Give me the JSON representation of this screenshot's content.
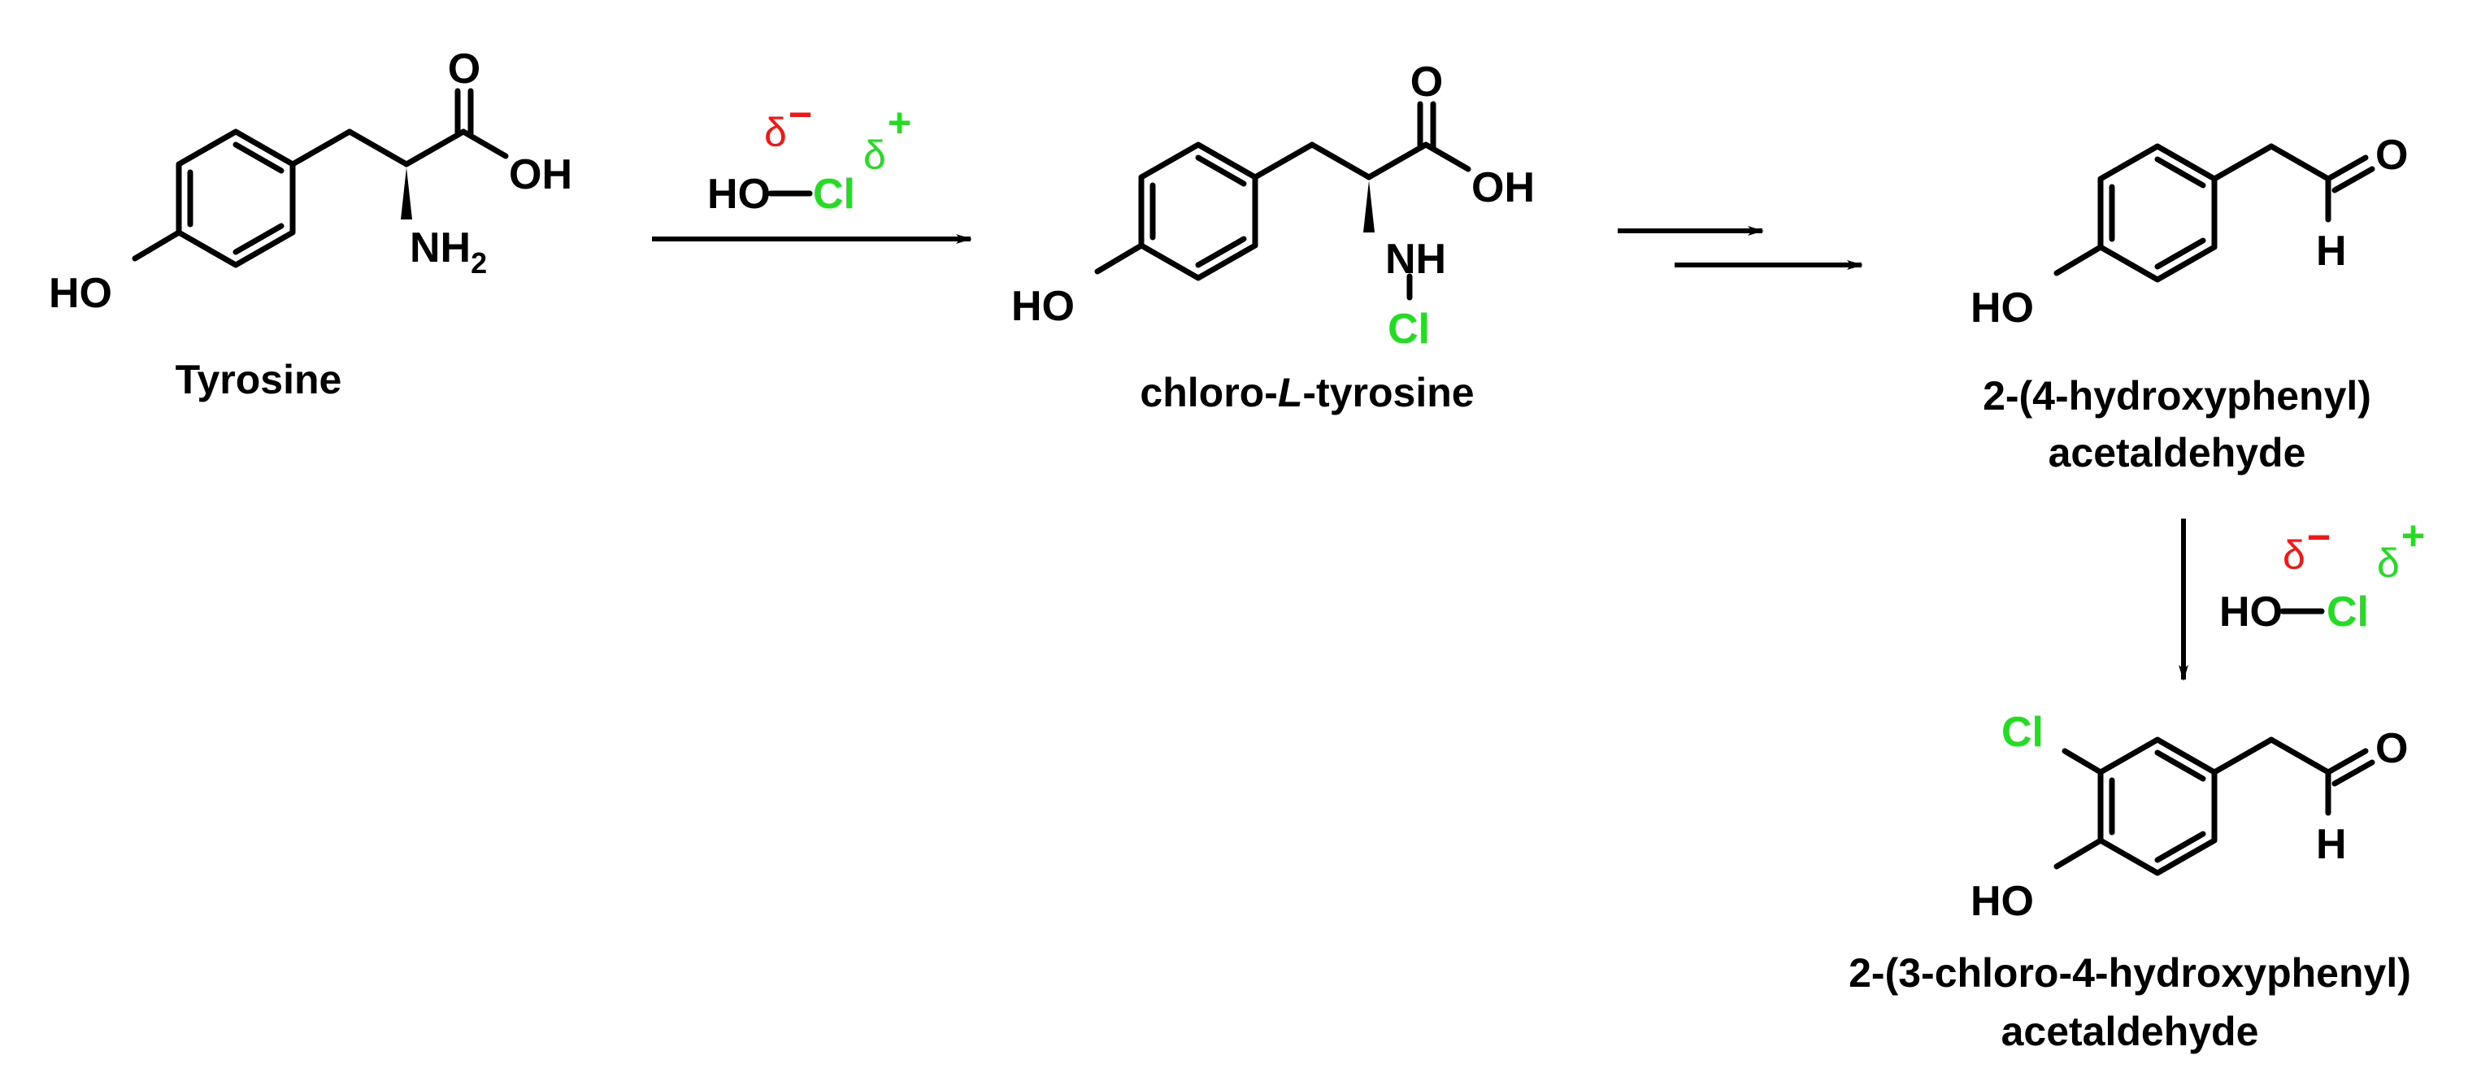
{
  "colors": {
    "bond": "#000000",
    "chlorine": "#22dd22",
    "delta_minus": "#ff1111",
    "delta_plus": "#22dd22"
  },
  "labels": {
    "tyrosine": {
      "oxygen": "O",
      "acid": "OH",
      "hydroxyl": "HO",
      "amine": "NH",
      "amine_subscript": "2",
      "name": "Tyrosine"
    },
    "reagent_1": {
      "ho": "HO",
      "cl": "Cl",
      "delta_minus": "δ",
      "minus": "−",
      "delta_plus": "δ",
      "plus": "+"
    },
    "chlorotyrosine": {
      "oxygen": "O",
      "acid": "OH",
      "hydroxyl": "HO",
      "nh": "NH",
      "cl": "Cl",
      "name_prefix": "chloro-",
      "name_italic": "L",
      "name_suffix": "-tyrosine"
    },
    "hydroxyphenylacetaldehyde": {
      "oxygen": "O",
      "hydrogen": "H",
      "hydroxyl": "HO",
      "name_line1": "2-(4-hydroxyphenyl)",
      "name_line2": "acetaldehyde"
    },
    "reagent_2": {
      "ho": "HO",
      "cl": "Cl",
      "delta_minus": "δ",
      "minus": "−",
      "delta_plus": "δ",
      "plus": "+"
    },
    "chloro_hydroxyphenylacetaldehyde": {
      "cl": "Cl",
      "oxygen": "O",
      "hydrogen": "H",
      "hydroxyl": "HO",
      "name_line1": "2-(3-chloro-4-hydroxyphenyl)",
      "name_line2": "acetaldehyde"
    }
  }
}
